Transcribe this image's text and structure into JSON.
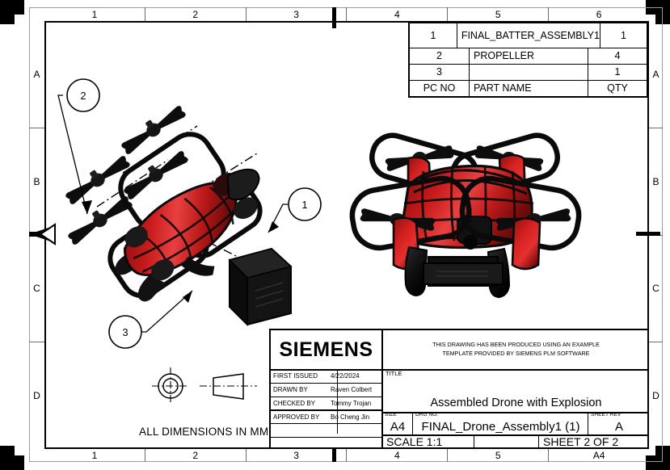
{
  "sheet": {
    "zones_top": [
      "1",
      "2",
      "3",
      "4",
      "5",
      "6"
    ],
    "zones_bottom": [
      "1",
      "2",
      "3",
      "4",
      "5",
      "A4"
    ],
    "rows_left": [
      "A",
      "B",
      "C",
      "D"
    ],
    "rows_right": [
      "A",
      "B",
      "C",
      "D"
    ]
  },
  "bom": {
    "rows": [
      {
        "pc": "1",
        "name": "FINAL_BATTER_ASSEMBLY1",
        "qty": "1"
      },
      {
        "pc": "2",
        "name": "PROPELLER",
        "qty": "4"
      },
      {
        "pc": "3",
        "name": "",
        "qty": "1"
      }
    ],
    "header": {
      "pc": "PC NO",
      "name": "PART NAME",
      "qty": "QTY"
    }
  },
  "balloons": [
    {
      "id": "1",
      "label": "1"
    },
    {
      "id": "2",
      "label": "2"
    },
    {
      "id": "3",
      "label": "3"
    }
  ],
  "notes": {
    "dimensions": "ALL DIMENSIONS IN MM"
  },
  "titleblock": {
    "logo": "SIEMENS",
    "disclaimer_line1": "THIS DRAWING HAS BEEN PRODUCED USING AN EXAMPLE",
    "disclaimer_line2": "TEMPLATE PROVIDED BY SIEMENS PLM SOFTWARE",
    "meta": [
      {
        "label": "FIRST ISSUED",
        "value": "4/22/2024"
      },
      {
        "label": "DRAWN BY",
        "value": "Raven Colbert"
      },
      {
        "label": "CHECKED BY",
        "value": "Tommy Trojan"
      },
      {
        "label": "APPROVED BY",
        "value": "Bo Cheng Jin"
      },
      {
        "label": "",
        "value": ""
      },
      {
        "label": "",
        "value": ""
      }
    ],
    "title_label": "TITLE",
    "title_value": "Assembled Drone with Explosion",
    "size_label": "SIZE",
    "size_value": "A4",
    "drg_label": "DRG NO.",
    "drg_value": "FINAL_Drone_Assembly1 (1)",
    "rev_label": "SHEET REV",
    "rev_value": "A",
    "scale_value": "SCALE 1:1",
    "sheet_value": "SHEET 2 OF 2"
  },
  "colors": {
    "body_red": "#c81a1a",
    "highlight_red": "#e42424",
    "dark_red": "#8e1010",
    "frame_black": "#0a0a0a",
    "border_grey": "#9b9b9b"
  }
}
